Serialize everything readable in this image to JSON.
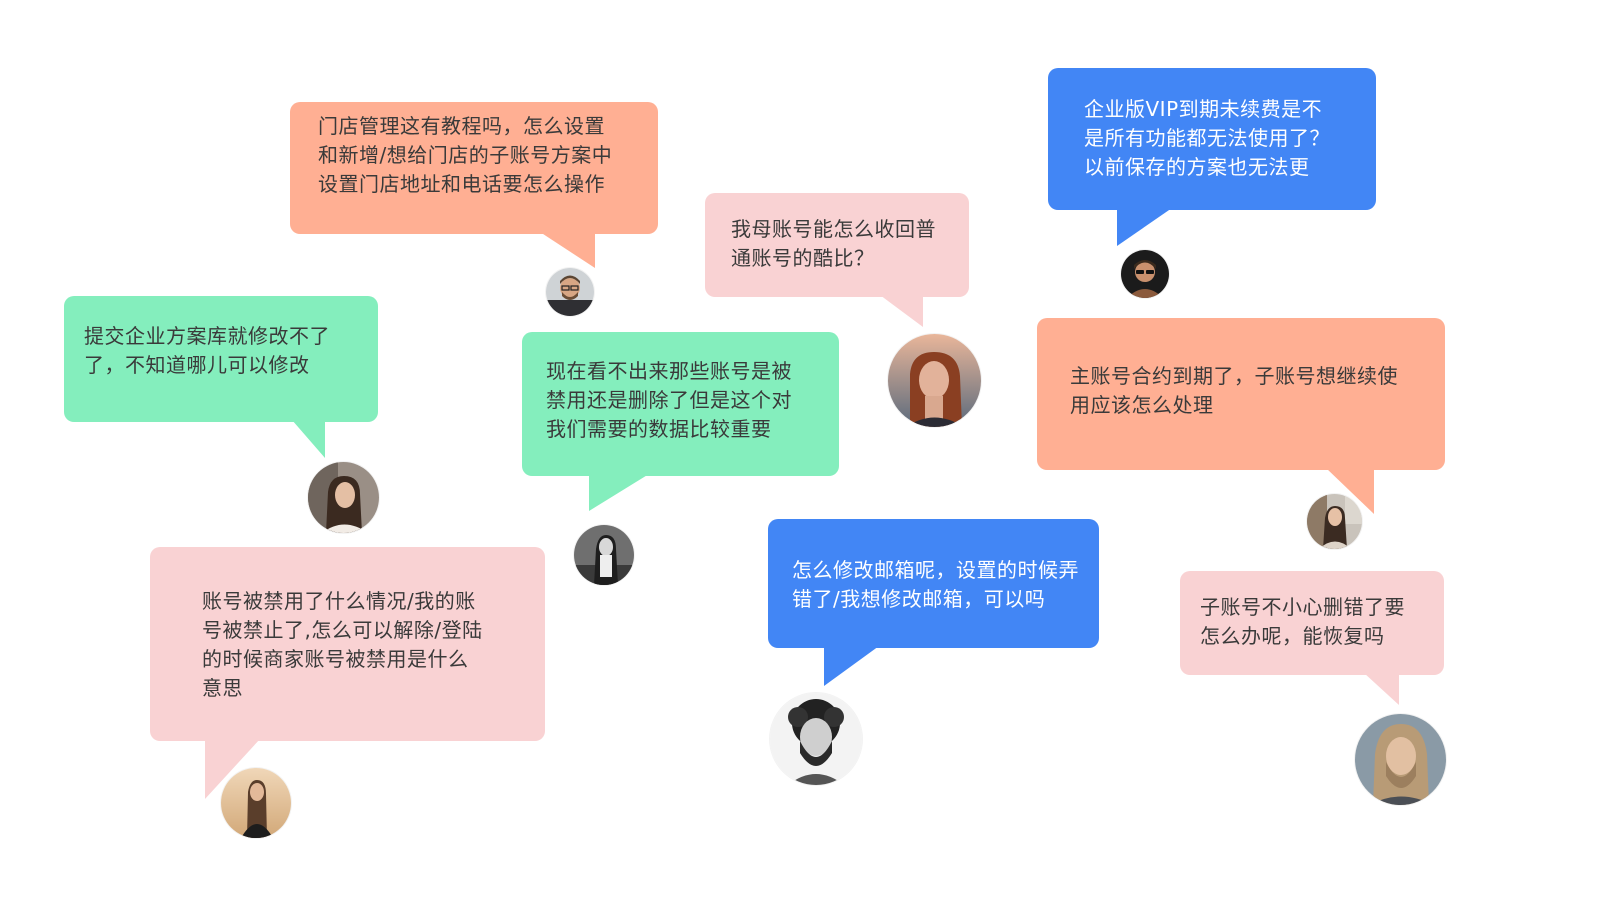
{
  "colors": {
    "salmon": "#ffaf93",
    "pink": "#f9d2d3",
    "green": "#84eebd",
    "blue": "#4286f5"
  },
  "bubbles": [
    {
      "id": "store-tutorial",
      "color": "salmon",
      "text": "门店管理这有教程吗，怎么设置和新增/想给门店的子账号方案中设置门店地址和电话要怎么操作"
    },
    {
      "id": "reclaim-kubi",
      "color": "pink",
      "text": "我母账号能怎么收回普通账号的酷比？"
    },
    {
      "id": "enterprise-vip",
      "color": "blue",
      "text": "企业版VIP到期未续费是不是所有功能都无法使用了？以前保存的方案也无法更"
    },
    {
      "id": "submit-case",
      "color": "green",
      "text": "提交企业方案库就修改不了了，不知道哪儿可以修改"
    },
    {
      "id": "disabled-or-deleted",
      "color": "green",
      "text": "现在看不出来那些账号是被禁用还是删除了但是这个对我们需要的数据比较重要"
    },
    {
      "id": "main-contract-expired",
      "color": "salmon",
      "text": "主账号合约到期了，子账号想继续使用应该怎么处理"
    },
    {
      "id": "account-banned",
      "color": "pink",
      "text": "账号被禁用了什么情况/我的账号被禁止了,怎么可以解除/登陆的时候商家账号被禁用是什么意思"
    },
    {
      "id": "change-email",
      "color": "blue",
      "text": "怎么修改邮箱呢，设置的时候弄错了/我想修改邮箱，可以吗"
    },
    {
      "id": "sub-deleted",
      "color": "pink",
      "text": "子账号不小心删错了要怎么办呢，能恢复吗"
    }
  ],
  "avatars": [
    {
      "id": "man-glasses-bearded",
      "icon": "avatar-man-icon"
    },
    {
      "id": "woman-red-hair",
      "icon": "avatar-woman-icon"
    },
    {
      "id": "man-sunglasses",
      "icon": "avatar-man-icon"
    },
    {
      "id": "woman-thinking",
      "icon": "avatar-woman-icon"
    },
    {
      "id": "woman-monochrome-chair",
      "icon": "avatar-woman-icon"
    },
    {
      "id": "woman-cafe",
      "icon": "avatar-woman-icon"
    },
    {
      "id": "woman-sunset",
      "icon": "avatar-woman-icon"
    },
    {
      "id": "man-curly-beard",
      "icon": "avatar-man-icon"
    },
    {
      "id": "man-long-hair-beard",
      "icon": "avatar-man-icon"
    }
  ]
}
